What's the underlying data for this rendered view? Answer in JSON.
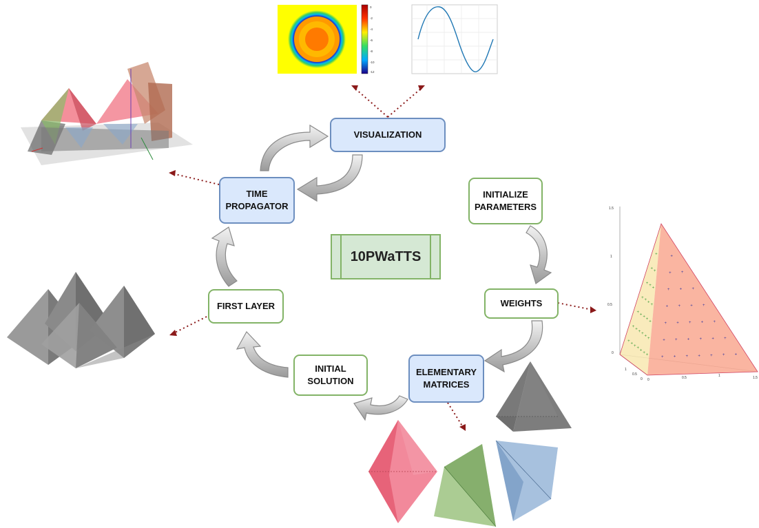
{
  "center": {
    "label": "10PWaTTS"
  },
  "nodes": {
    "visualization": "VISUALIZATION",
    "time_propagator": "TIME\nPROPAGATOR",
    "initialize_parameters": "INITIALIZE\nPARAMETERS",
    "weights": "WEIGHTS",
    "first_layer": "FIRST LAYER",
    "initial_solution": "INITIAL\nSOLUTION",
    "elementary_matrices": "ELEMENTARY\nMATRICES"
  },
  "heatmap_colorbar_ticks": [
    "0",
    "-2",
    "-4",
    "-6",
    "-8",
    "-10",
    "-12"
  ],
  "scatter_ticks": {
    "y": [
      "1.5",
      "1",
      "0.5",
      "0"
    ],
    "x": [
      "0",
      "0.5",
      "1",
      "1.5"
    ],
    "z": [
      "1",
      "0.5",
      "0"
    ]
  },
  "colors": {
    "blue_fill": "#dae8fc",
    "blue_border": "#6c8ebf",
    "green_border": "#82b366",
    "center_fill": "#d5e8d4",
    "arrow_gray": "#9e9e9e",
    "dotted_red": "#8b1a1a"
  }
}
